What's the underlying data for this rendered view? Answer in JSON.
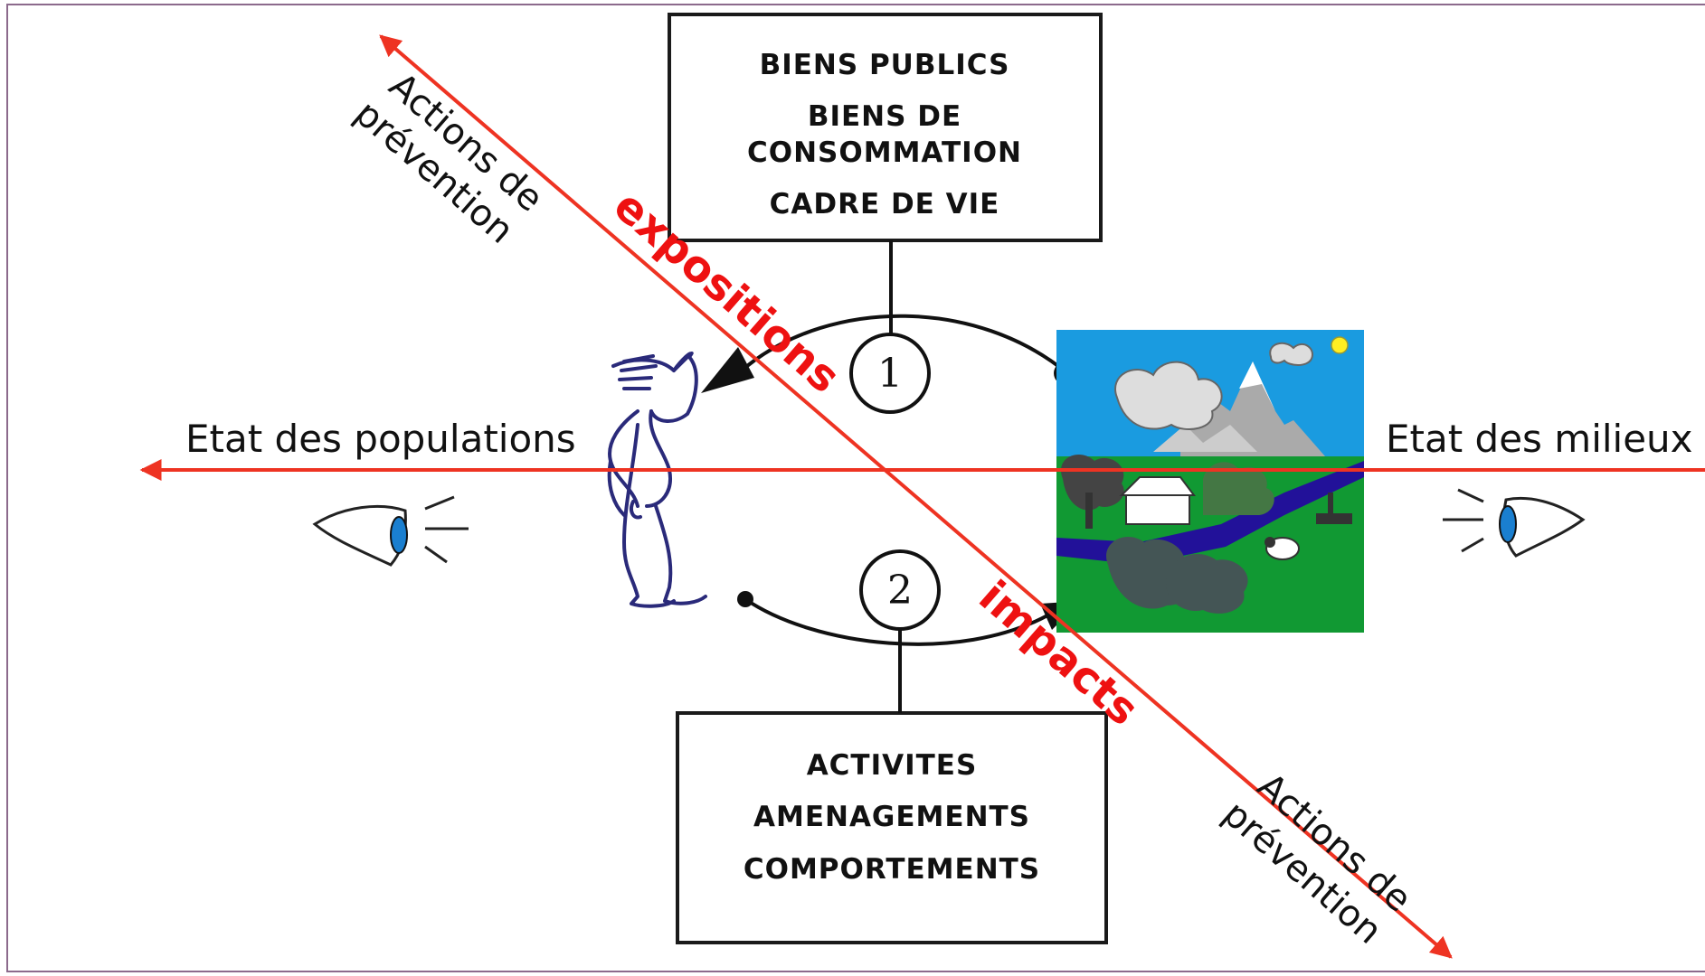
{
  "top_box": {
    "line1": "BIENS PUBLICS",
    "line2a": "BIENS DE",
    "line2b": "CONSOMMATION",
    "line3": "CADRE DE VIE"
  },
  "bottom_box": {
    "line1": "ACTIVITES",
    "line2": "AMENAGEMENTS",
    "line3": "COMPORTEMENTS"
  },
  "axis_left_label": "Etat des populations",
  "axis_right_label": "Etat des milieux",
  "diagonal": {
    "upper_label": "expositions",
    "lower_label": "impacts",
    "top_action_line1": "Actions de",
    "top_action_line2": "prévention",
    "bottom_action_line1": "Actions de",
    "bottom_action_line2": "prévention"
  },
  "cycle_numbers": {
    "first": "1",
    "second": "2"
  },
  "icons": {
    "person": "person-icon",
    "landscape": "landscape-icon",
    "eye_left": "eye-icon",
    "eye_right": "eye-icon"
  },
  "colors": {
    "axis_red": "#ee3322",
    "label_red": "#ee1111",
    "sky": "#1a9be0",
    "grass": "#119933",
    "river": "#221199",
    "person_stroke": "#2a2a7a"
  }
}
